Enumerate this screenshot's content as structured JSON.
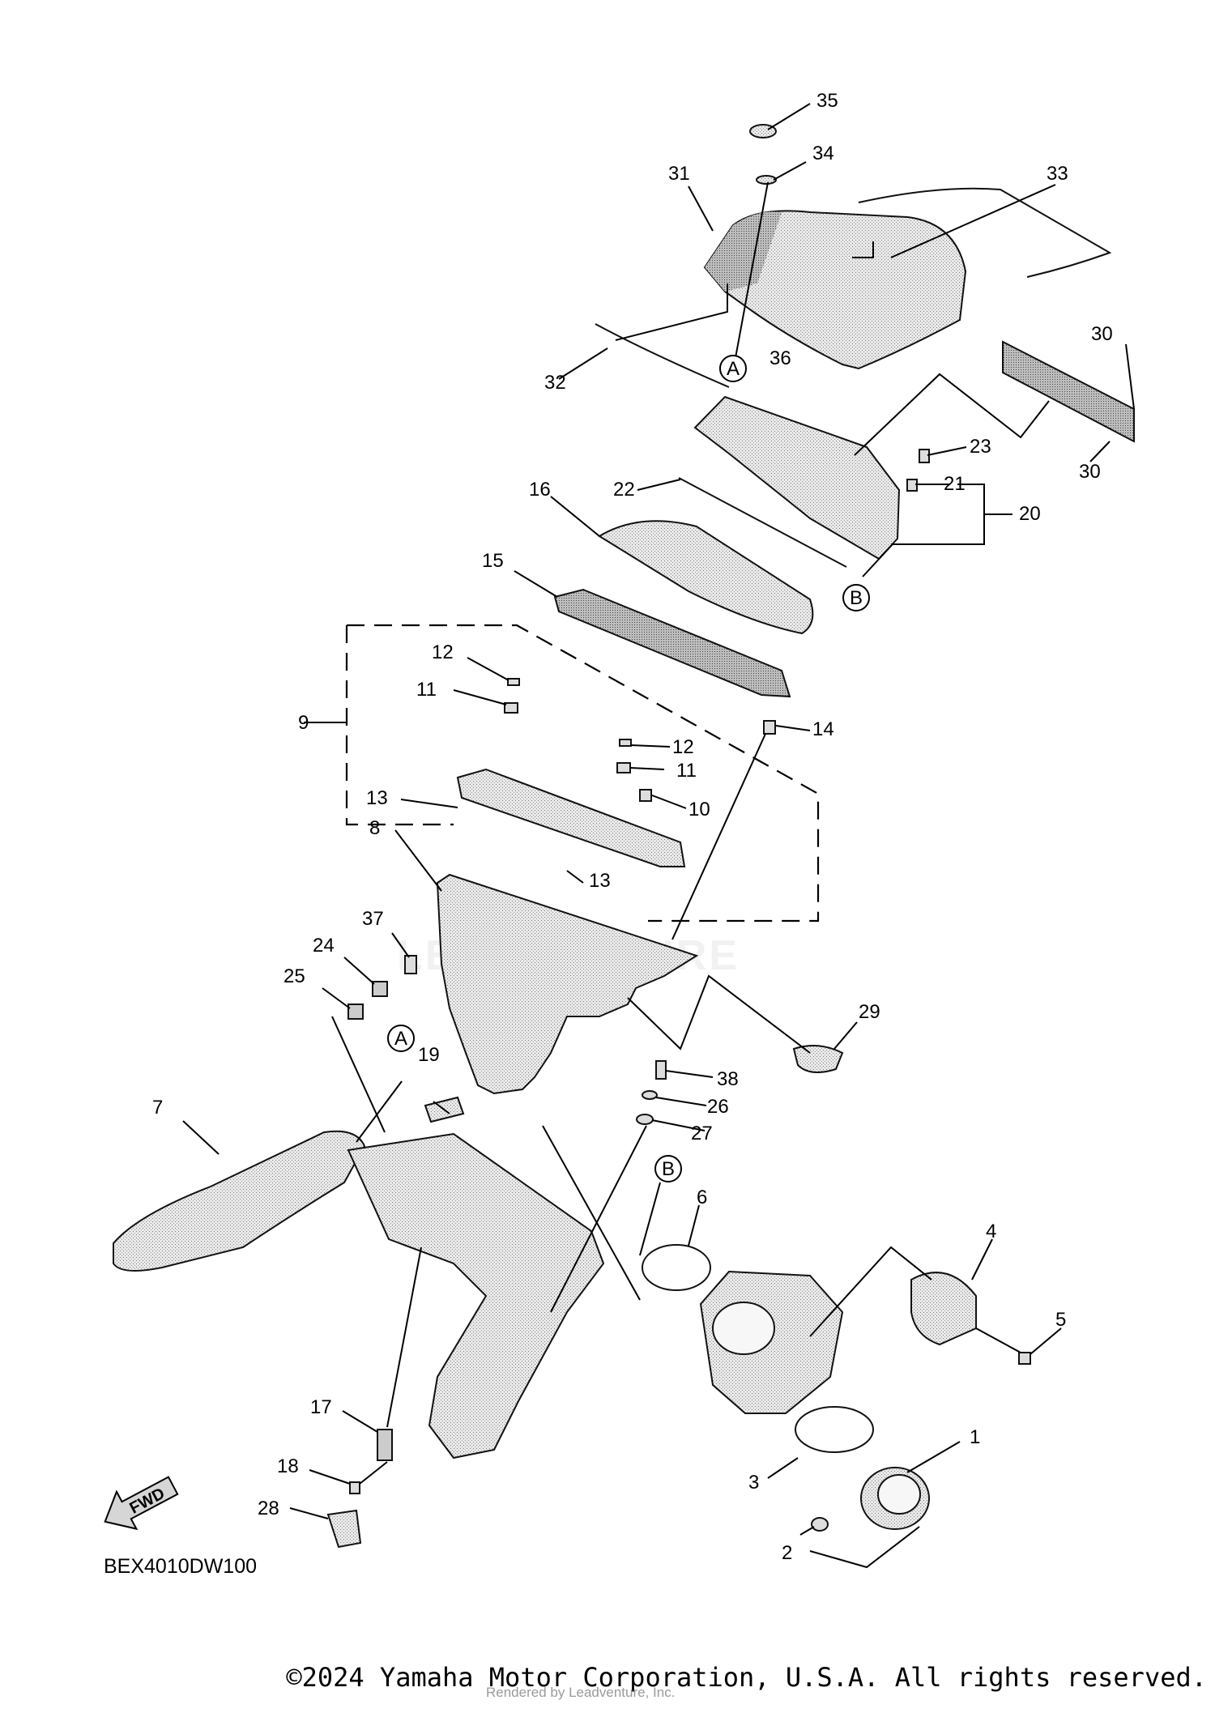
{
  "diagram": {
    "code": "BEX4010DW100",
    "fwd_label": "FWD",
    "callouts": [
      "1",
      "2",
      "3",
      "4",
      "5",
      "6",
      "7",
      "8",
      "9",
      "10",
      "11",
      "11",
      "12",
      "12",
      "13",
      "13",
      "14",
      "15",
      "16",
      "17",
      "18",
      "19",
      "20",
      "21",
      "22",
      "23",
      "24",
      "25",
      "26",
      "27",
      "28",
      "29",
      "30",
      "30",
      "31",
      "32",
      "33",
      "34",
      "35",
      "36",
      "37",
      "38"
    ],
    "reference_markers": [
      "A",
      "A",
      "B",
      "B"
    ]
  },
  "footer": {
    "copyright": "©2024 Yamaha Motor Corporation, U.S.A. All rights reserved.",
    "rendered_by": "Rendered by Leadventure, Inc."
  },
  "watermark": {
    "text": "LEADVENTURE"
  }
}
